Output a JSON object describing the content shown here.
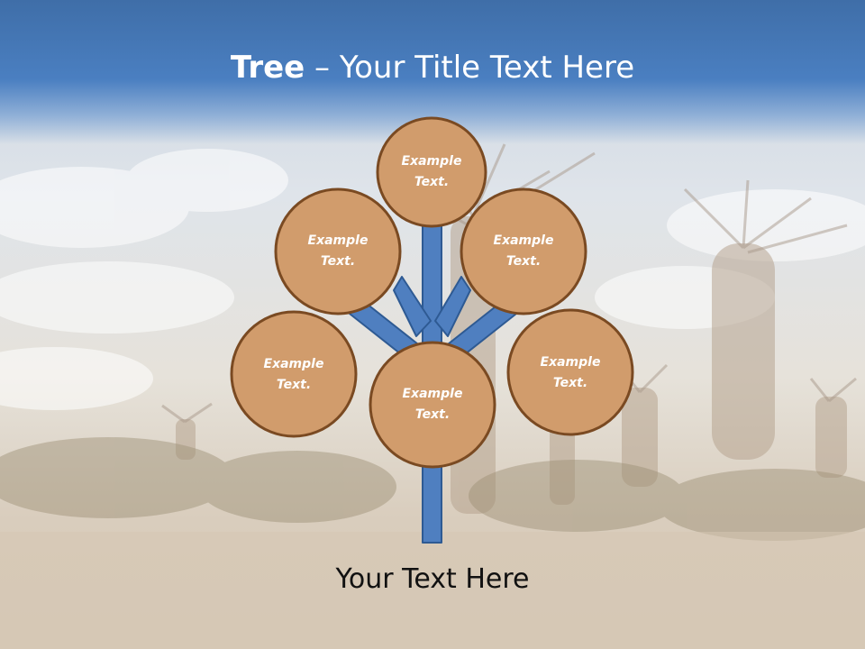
{
  "slide": {
    "title_bold": "Tree",
    "title_separator": " – ",
    "title_rest": "Your Title Text Here",
    "caption": "Your Text Here"
  },
  "diagram": {
    "nodes": [
      {
        "id": "top",
        "line1": "Example",
        "line2": "Text."
      },
      {
        "id": "upper-left",
        "line1": "Example",
        "line2": "Text."
      },
      {
        "id": "upper-right",
        "line1": "Example",
        "line2": "Text."
      },
      {
        "id": "lower-left",
        "line1": "Example",
        "line2": "Text."
      },
      {
        "id": "center",
        "line1": "Example",
        "line2": "Text."
      },
      {
        "id": "lower-right",
        "line1": "Example",
        "line2": "Text."
      }
    ]
  },
  "colors": {
    "title_bar": "#4a7fc1",
    "trunk": "#4f7fc0",
    "trunk_outline": "#2e5a93",
    "circle_fill": "#d19c6c",
    "circle_outline": "#7a4a22",
    "caption_text": "#111111"
  }
}
